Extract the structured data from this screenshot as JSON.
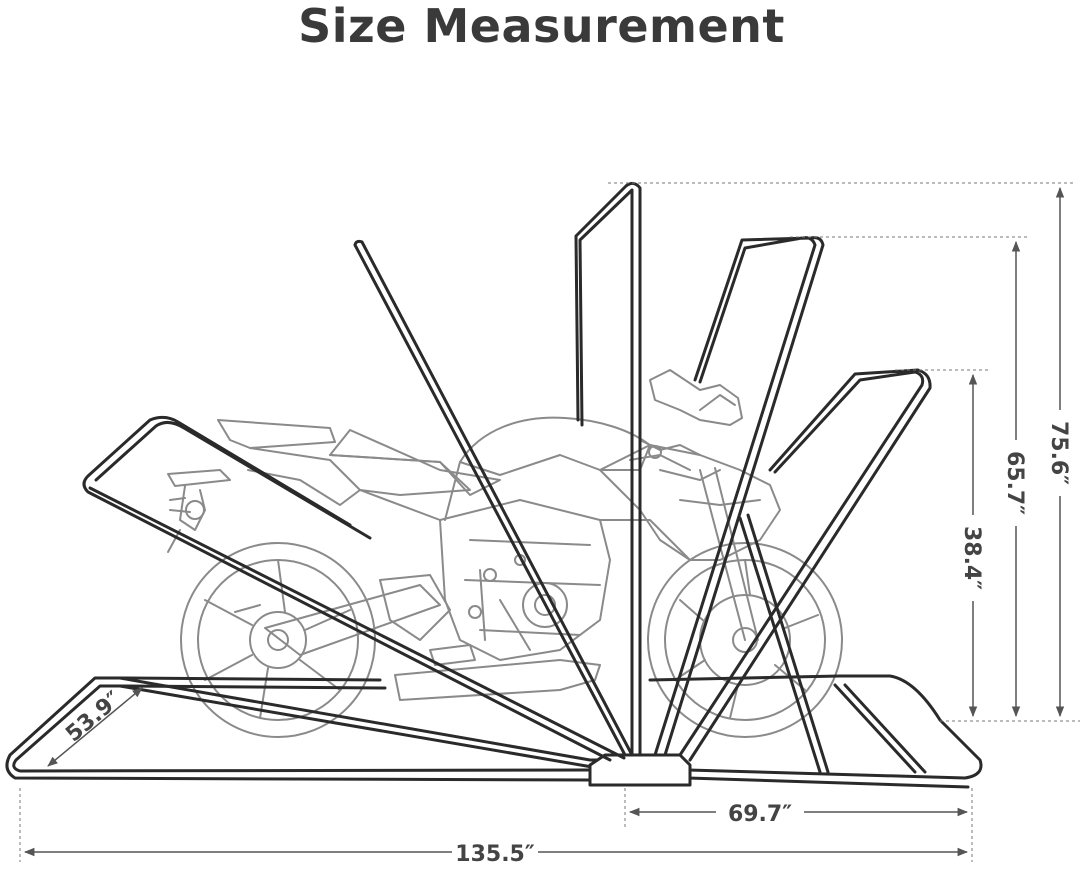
{
  "title": "Size Measurement",
  "colors": {
    "title": "#3a3a3a",
    "frame_stroke": "#2a2a2a",
    "motorcycle_stroke": "#8a8a8a",
    "dimension_line": "#555555",
    "dimension_text": "#444444"
  },
  "dimensions": {
    "total_length": "135.5″",
    "front_length": "69.7″",
    "width": "53.9″",
    "height_max": "75.6″",
    "height_mid": "65.7″",
    "height_low": "38.4″"
  }
}
